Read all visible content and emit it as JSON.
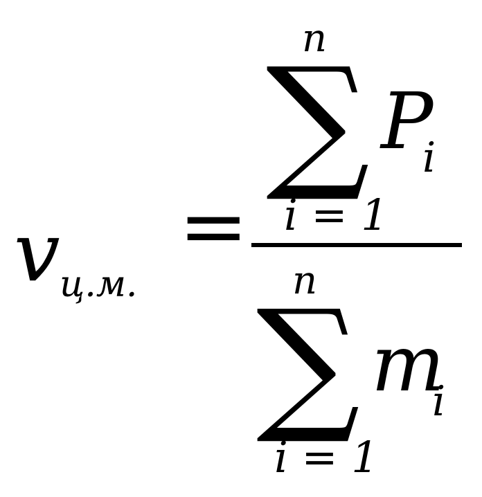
{
  "formula": {
    "lhs": {
      "variable": "v",
      "subscript": "ц.м."
    },
    "relation": "=",
    "numerator": {
      "operator": "∑",
      "upper_limit": "n",
      "lower_limit": "i = 1",
      "term": "P",
      "term_subscript": "i"
    },
    "denominator": {
      "operator": "∑",
      "upper_limit": "n",
      "lower_limit": "i = 1",
      "term": "m",
      "term_subscript": "i"
    }
  }
}
